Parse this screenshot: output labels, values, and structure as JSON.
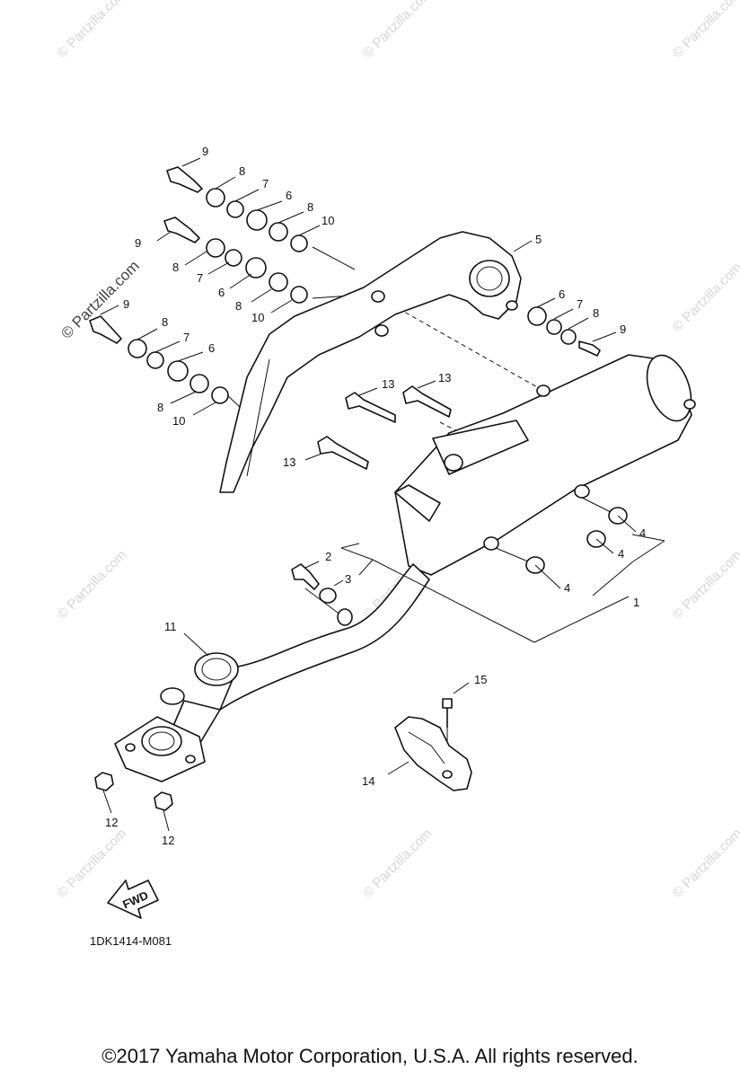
{
  "watermark": {
    "text": "© Partzilla.com",
    "featured_text": "© Partzilla.com"
  },
  "callouts": {
    "1": "1",
    "2": "2",
    "3": "3",
    "4": "4",
    "5": "5",
    "6": "6",
    "7": "7",
    "8": "8",
    "9": "9",
    "10": "10",
    "11": "11",
    "12": "12",
    "13": "13",
    "14": "14",
    "15": "15"
  },
  "fwd_label": "FWD",
  "diagram_code": "1DK1414-M081",
  "copyright": "©2017 Yamaha Motor Corporation, U.S.A. All rights reserved."
}
